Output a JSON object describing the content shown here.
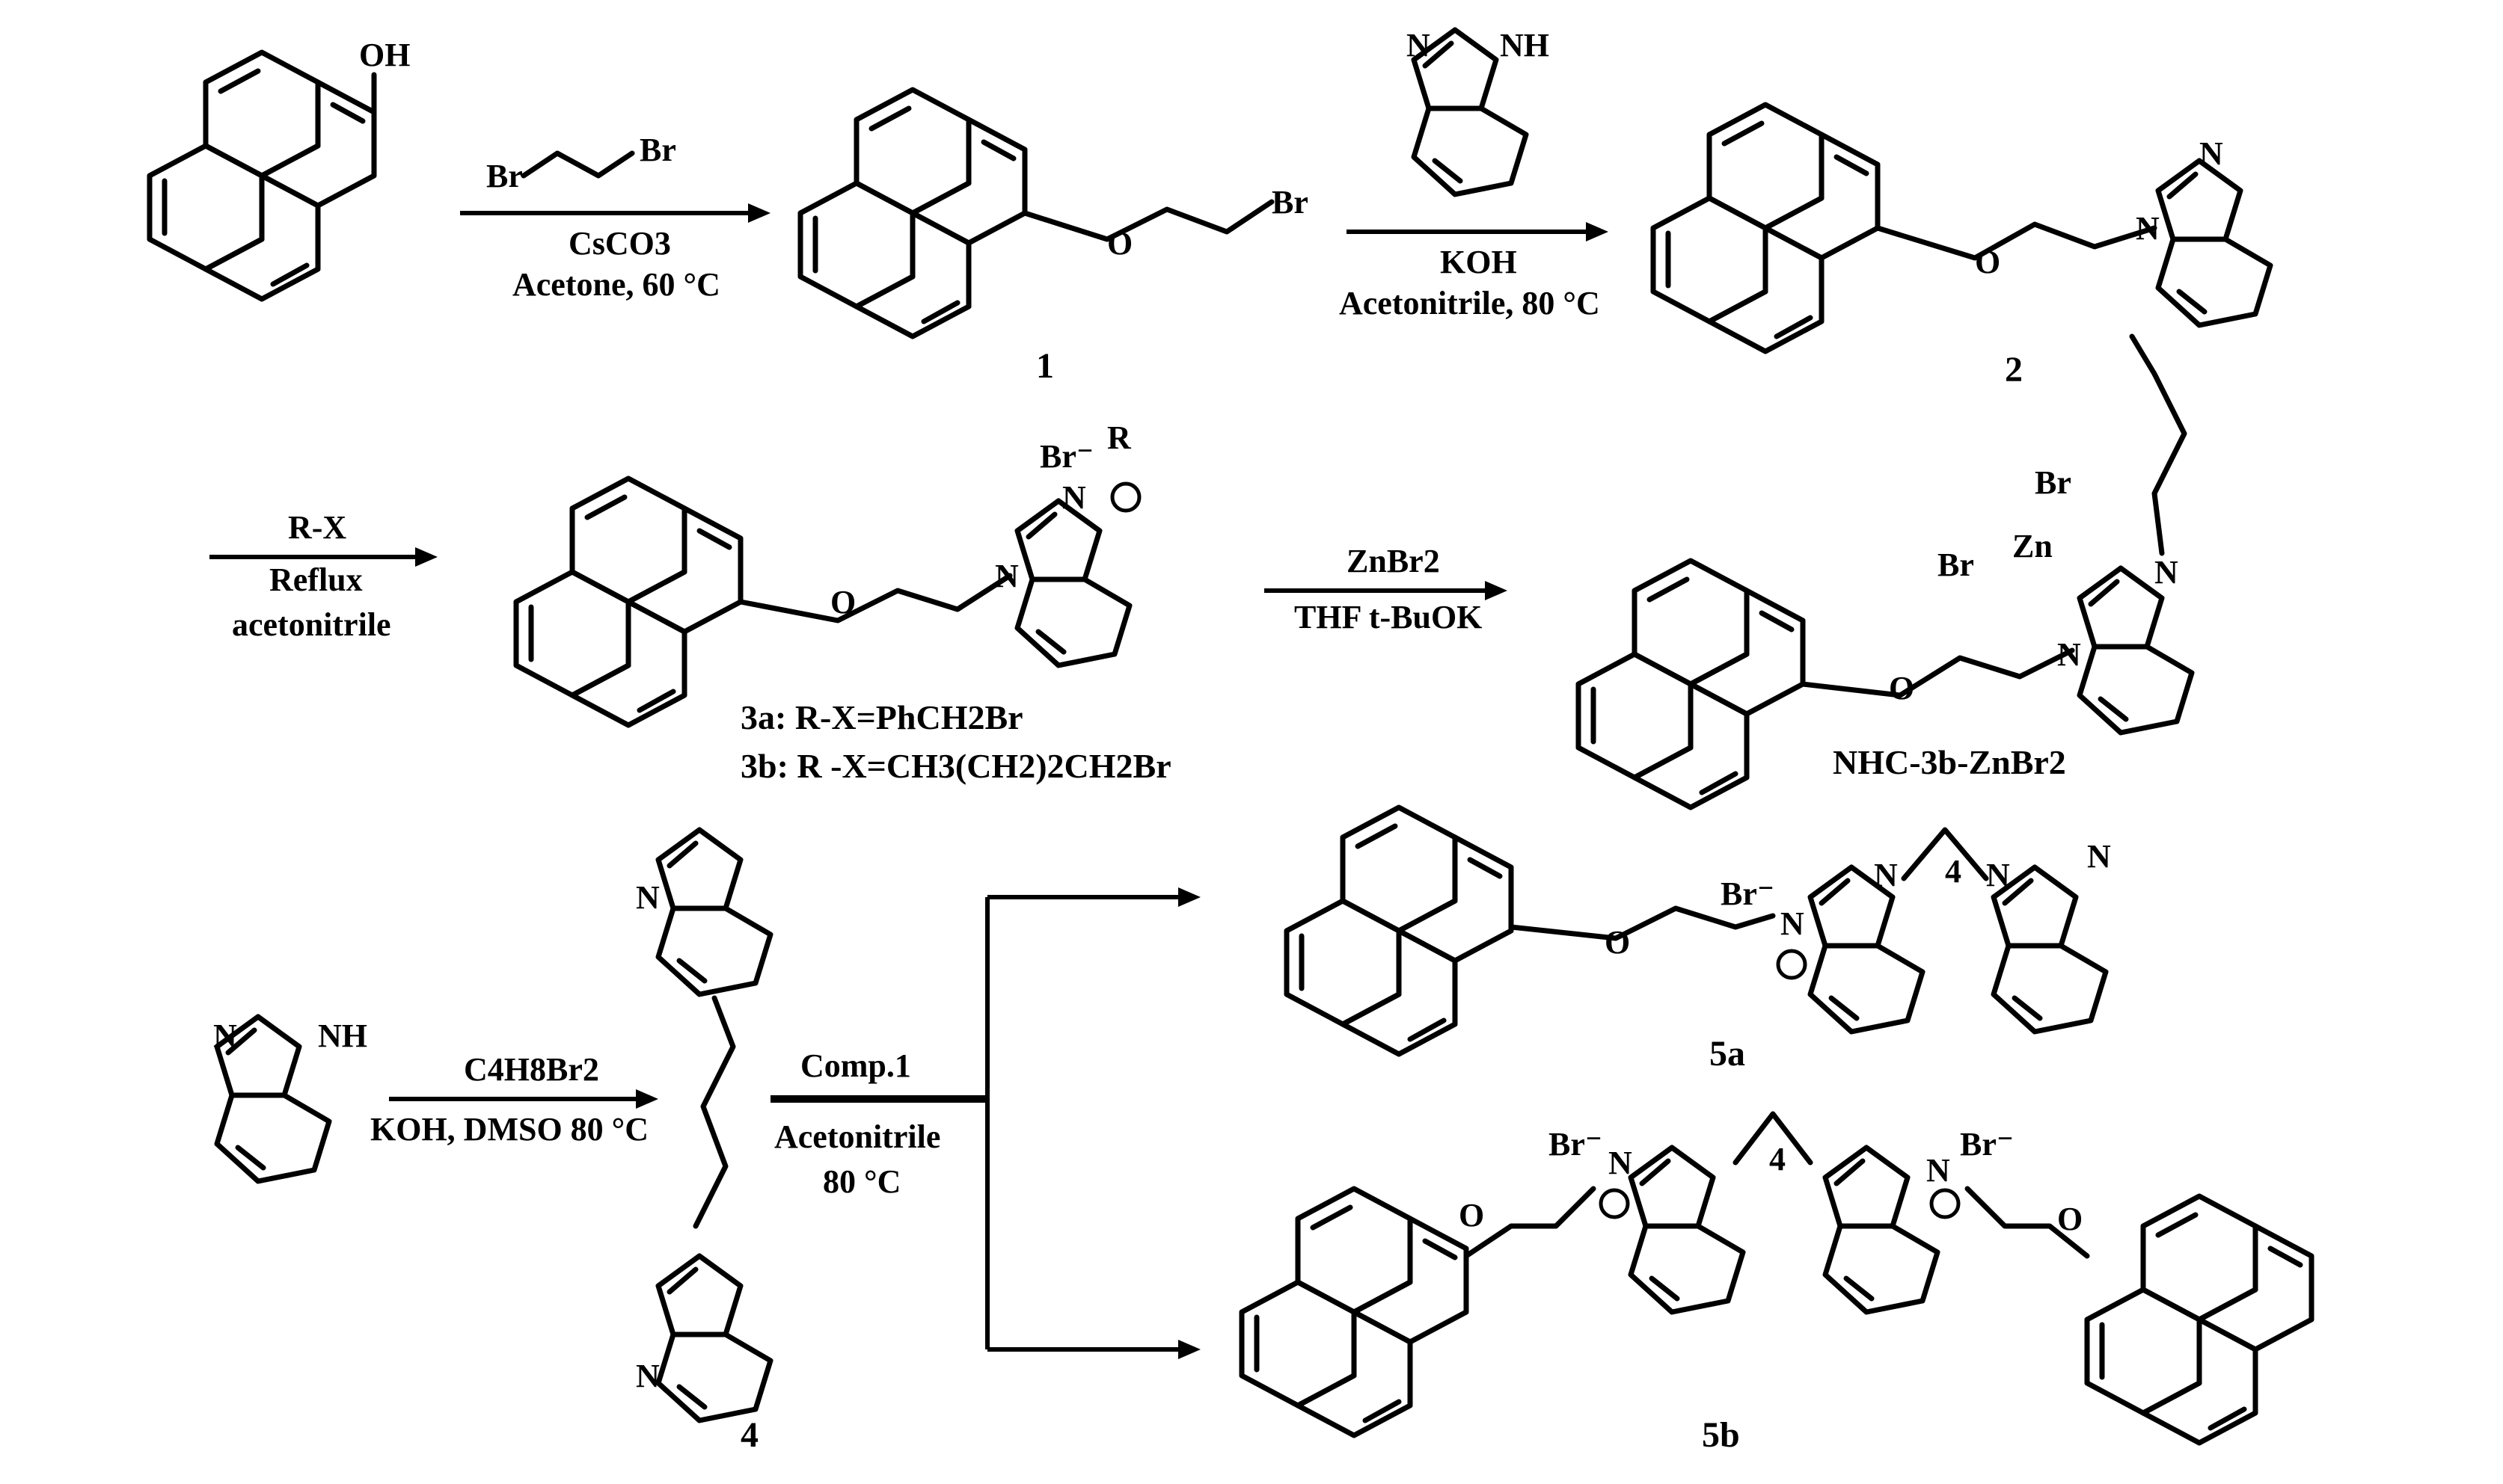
{
  "steps": {
    "s1": {
      "reagent_left": "Br",
      "reagent_right": "Br",
      "line1": "CsCO3",
      "line2": "Acetone, 60 °C"
    },
    "s2": {
      "nh": "NH",
      "n": "N",
      "line1": "KOH",
      "line2": "Acetonitrile, 80 °C"
    },
    "s3": {
      "line1": "R-X",
      "line2": "Reflux",
      "line3": "acetonitrile"
    },
    "s4": {
      "line1": "ZnBr2",
      "line2": "THF t-BuOK"
    },
    "s5": {
      "line1": "C4H8Br2",
      "line2": "KOH, DMSO 80 °C"
    },
    "s6": {
      "line1": "Comp.1",
      "line2": "Acetonitrile",
      "line3": "80 °C"
    }
  },
  "compounds": {
    "pyrenol": {
      "oh": "OH"
    },
    "c1": {
      "label": "1",
      "o": "O",
      "br": "Br"
    },
    "c2": {
      "label": "2",
      "o": "O",
      "n1": "N",
      "n2": "N"
    },
    "c3": {
      "br": "Br⁻",
      "r": "R",
      "n_plus": "N",
      "n": "N",
      "o": "O",
      "note_a": "3a: R-X=PhCH2Br",
      "note_b": "3b: R -X=CH3(CH2)2CH2Br"
    },
    "nhc": {
      "label": "NHC-3b-ZnBr2",
      "br1": "Br",
      "br2": "Br",
      "zn": "Zn",
      "n1": "N",
      "n2": "N",
      "o": "O"
    },
    "benzimidazole": {
      "n": "N",
      "nh": "NH"
    },
    "c4": {
      "label": "4",
      "n": "N"
    },
    "c5a": {
      "label": "5a",
      "br": "Br⁻",
      "n": "N",
      "linker": "4",
      "o": "O"
    },
    "c5b": {
      "label": "5b",
      "br": "Br⁻",
      "n": "N",
      "linker": "4",
      "o": "O"
    }
  }
}
